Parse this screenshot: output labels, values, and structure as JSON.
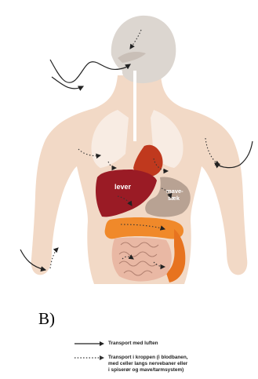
{
  "labels": {
    "liver": "lever",
    "stomach_line1": "mave-",
    "stomach_line2": "sæk"
  },
  "panel_letter": "B)",
  "legend": [
    {
      "line_style": "solid",
      "text": "Transport med luften"
    },
    {
      "line_style": "dotted",
      "text": "Transport i kroppen (i blodbanen,\nmed celler langs nervebaner eller\ni spiserør og mave/tarmsystem)"
    }
  ],
  "colors": {
    "body": "#f2d9c6",
    "head": "#dcd6d0",
    "lung": "#f8ece3",
    "liver": "#9a1b25",
    "heart": "#c0391e",
    "stomach": "#b8a293",
    "colon": "#f0892a",
    "small_intestine": "#e9b8a4",
    "pelvis_colon": "#e7731f"
  }
}
